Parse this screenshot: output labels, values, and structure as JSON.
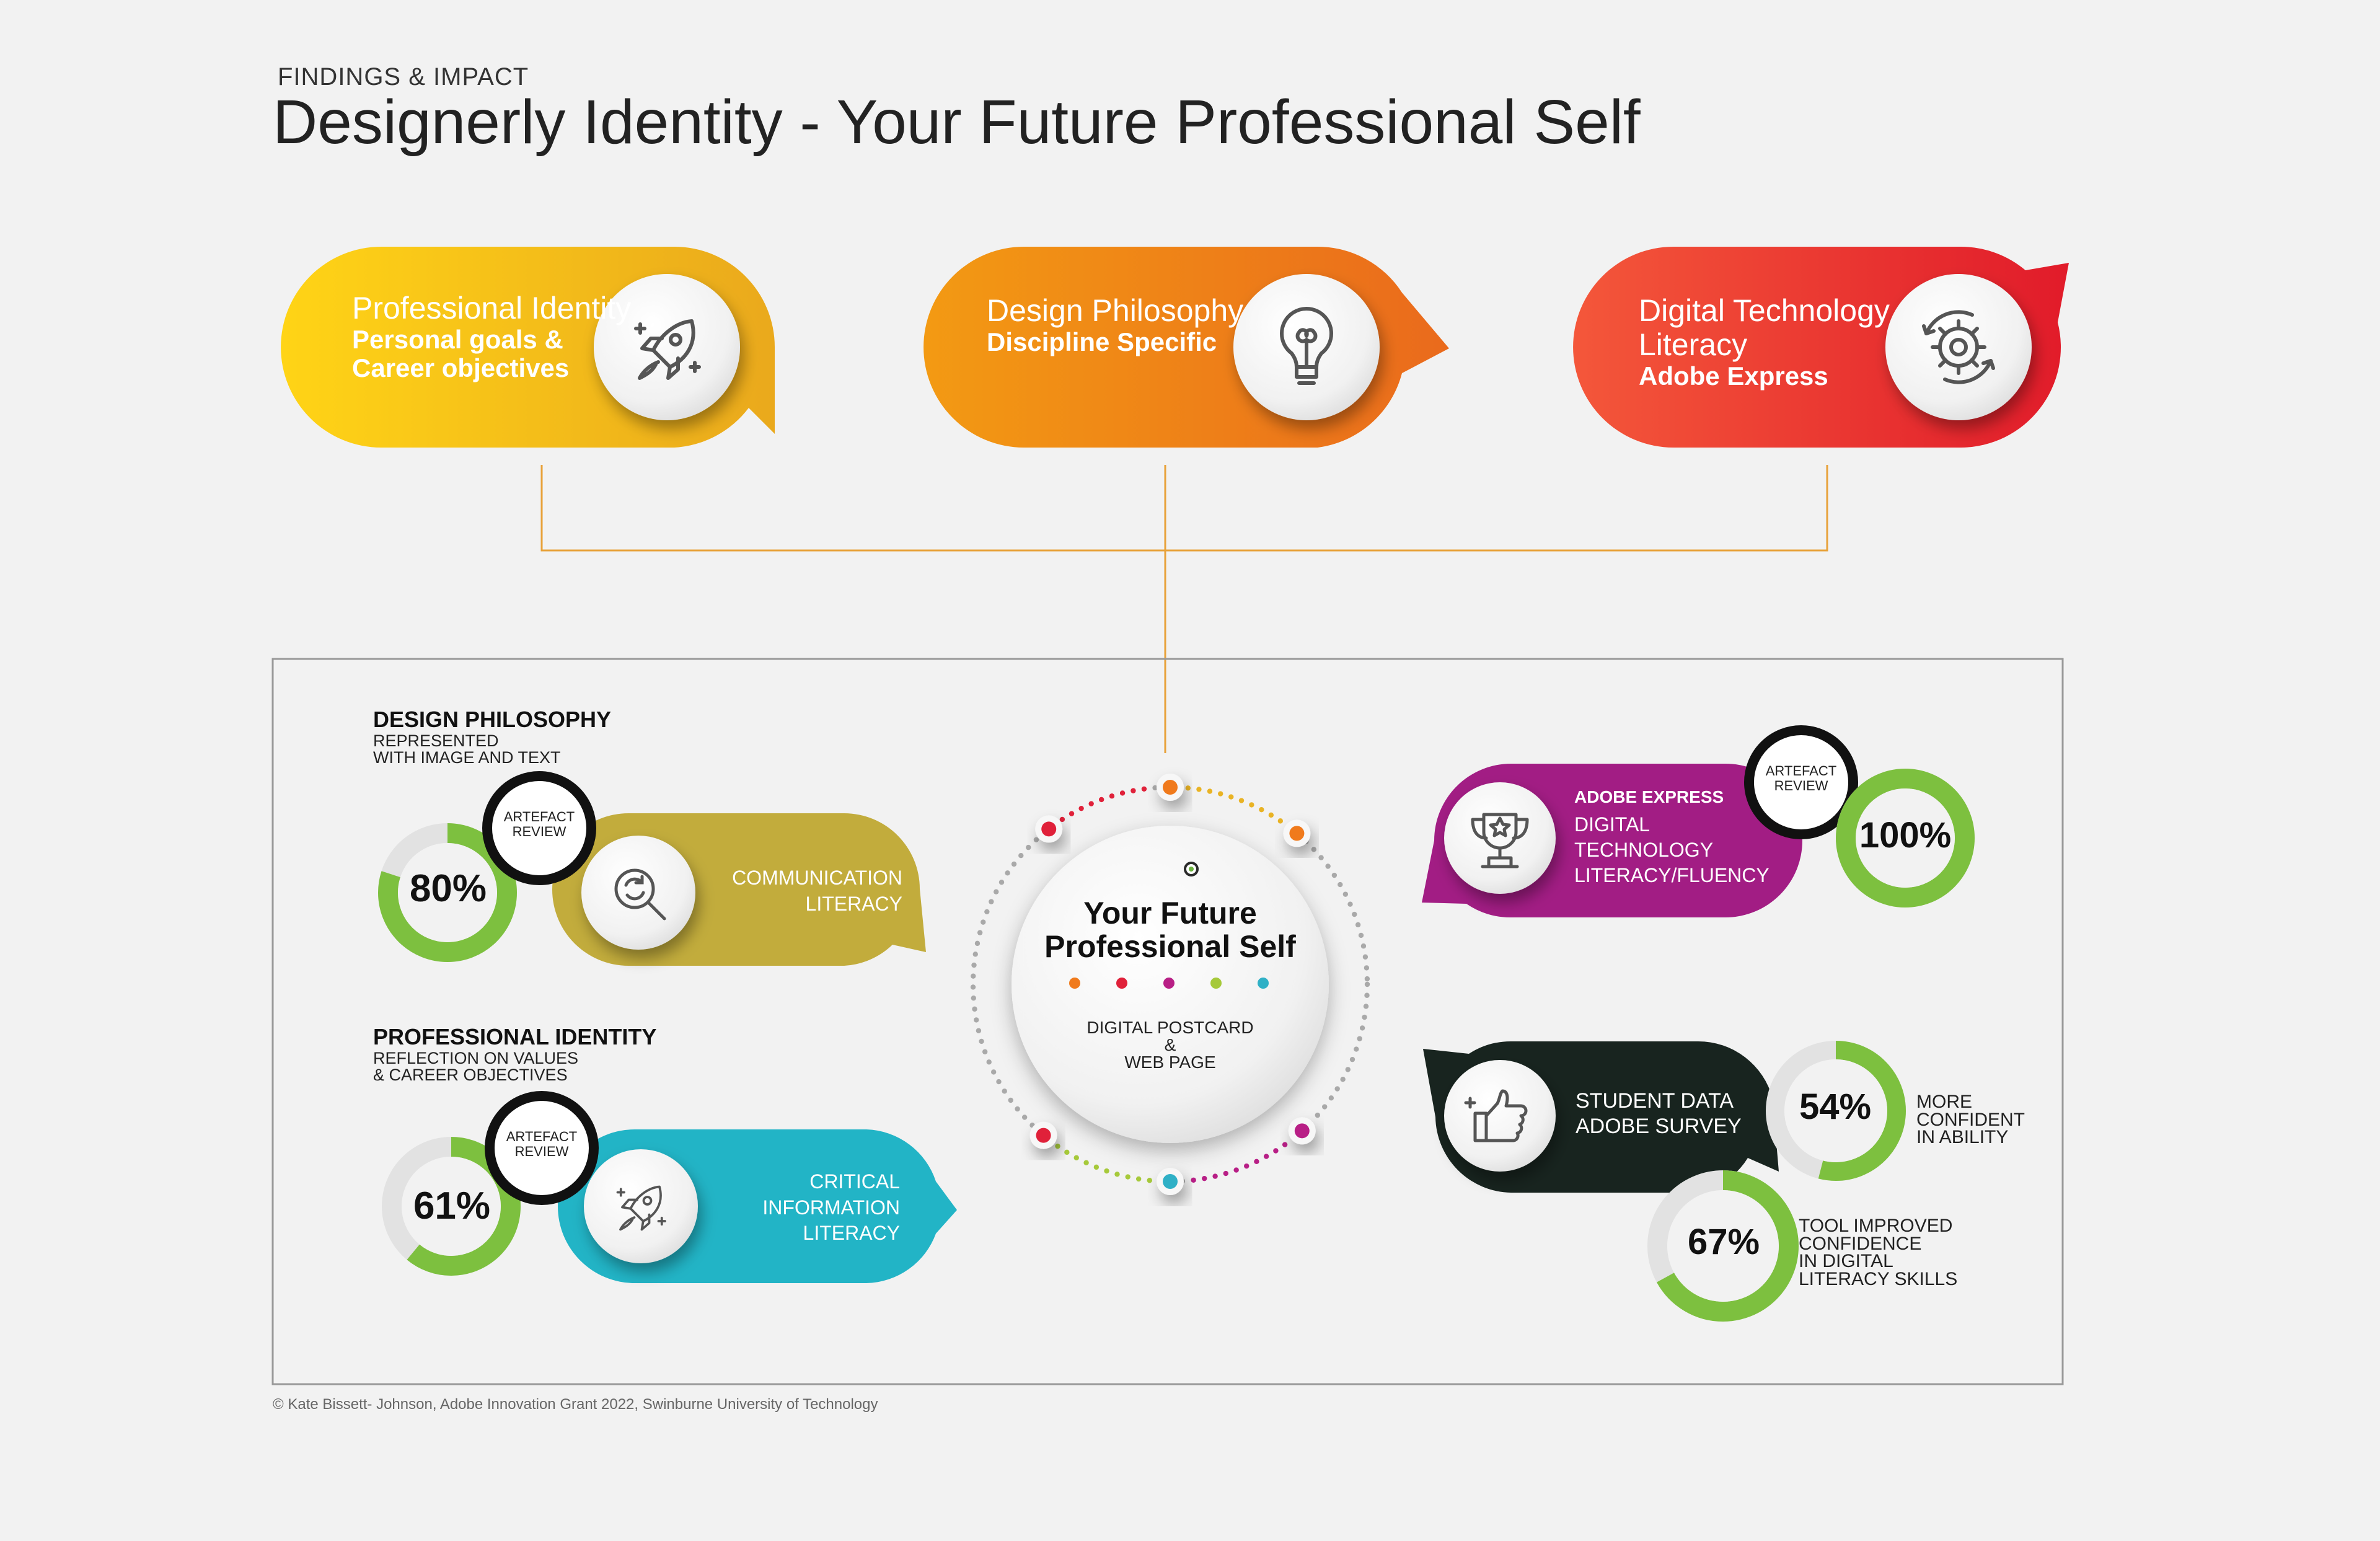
{
  "header": {
    "kicker": "FINDINGS & IMPACT",
    "title": "Designerly Identity - Your Future Professional Self"
  },
  "top_pills": [
    {
      "title": "Professional Identity",
      "line1": "Personal goals &",
      "line2": "Career objectives",
      "icon": "rocket-icon",
      "color_start": "#ffd416",
      "color_end": "#eaa91c"
    },
    {
      "title": "Design Philosophy",
      "line1": "Discipline Specific",
      "line2": "",
      "icon": "lightbulb-icon",
      "color_start": "#f39a13",
      "color_end": "#ea6a1c"
    },
    {
      "title": "Digital Technology",
      "title2": "Literacy",
      "line1": "Adobe Express",
      "line2": "",
      "icon": "gear-icon",
      "color_start": "#f4573a",
      "color_end": "#e11b2a"
    }
  ],
  "left": {
    "design": {
      "heading": "DESIGN PHILOSOPHY",
      "sub": "REPRESENTED\nWITH IMAGE AND TEXT",
      "percent": 80,
      "percent_label": "80%",
      "badge": "ARTEFACT\nREVIEW",
      "label": "COMMUNICATION\nLITERACY",
      "icon": "search-refresh-icon",
      "color": "#c2ac3c"
    },
    "professional": {
      "heading": "PROFESSIONAL IDENTITY",
      "sub": "REFLECTION ON VALUES\n& CAREER OBJECTIVES",
      "percent": 61,
      "percent_label": "61%",
      "badge": "ARTEFACT\nREVIEW",
      "label": "CRITICAL\nINFORMATION\nLITERACY",
      "icon": "rocket-icon",
      "color": "#22b4c6"
    }
  },
  "center": {
    "title": "Your Future\nProfessional Self",
    "subtitle": "DIGITAL POSTCARD\n&\nWEB PAGE",
    "dot_colors": [
      "#f07a1c",
      "#e0213a",
      "#b81f86",
      "#a6c93a",
      "#2fb0c6"
    ]
  },
  "right": {
    "adobe": {
      "heading": "ADOBE EXPRESS",
      "label": "DIGITAL\nTECHNOLOGY\nLITERACY/FLUENCY",
      "badge": "ARTEFACT\nREVIEW",
      "percent": 100,
      "percent_label": "100%",
      "icon": "trophy-icon",
      "color": "#a21d84"
    },
    "survey": {
      "label": "STUDENT DATA\nADOBE SURVEY",
      "icon": "thumbs-up-icon",
      "color": "#18241f",
      "stat1": {
        "percent": 54,
        "percent_label": "54%",
        "desc": "MORE\nCONFIDENT\nIN ABILITY"
      },
      "stat2": {
        "percent": 67,
        "percent_label": "67%",
        "desc": "TOOL IMPROVED\nCONFIDENCE\nIN DIGITAL\nLITERACY SKILLS"
      }
    }
  },
  "colors": {
    "ring_green": "#7dc03f",
    "ring_grey": "#e2e2e2",
    "connector": "#e8a23a",
    "frame": "#999999"
  },
  "footer": "© Kate Bissett- Johnson, Adobe Innovation Grant 2022, Swinburne University of Technology"
}
